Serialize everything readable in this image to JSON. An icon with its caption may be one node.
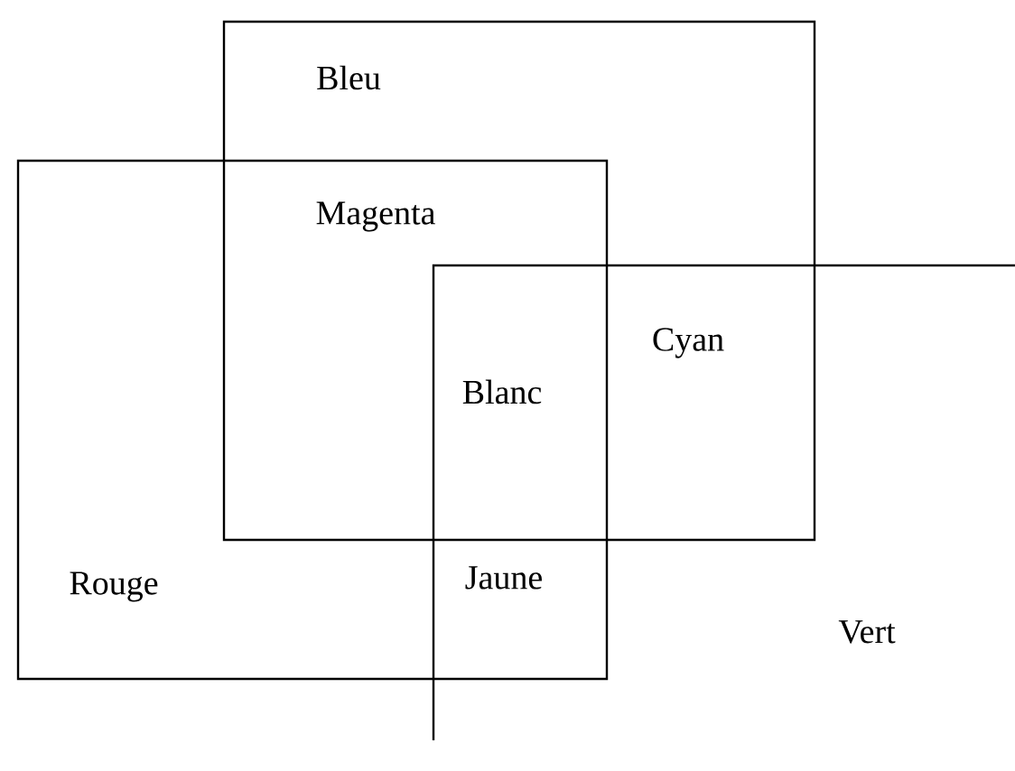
{
  "diagram": {
    "nodes": [
      {
        "text": [
          "Bleu"
        ]
      },
      {
        "text": [
          "Rouge"
        ]
      },
      {
        "text": [
          "Vert"
        ]
      }
    ],
    "labels": [
      "Magenta",
      "Cyan",
      "Blanc",
      "Jaune"
    ]
  }
}
